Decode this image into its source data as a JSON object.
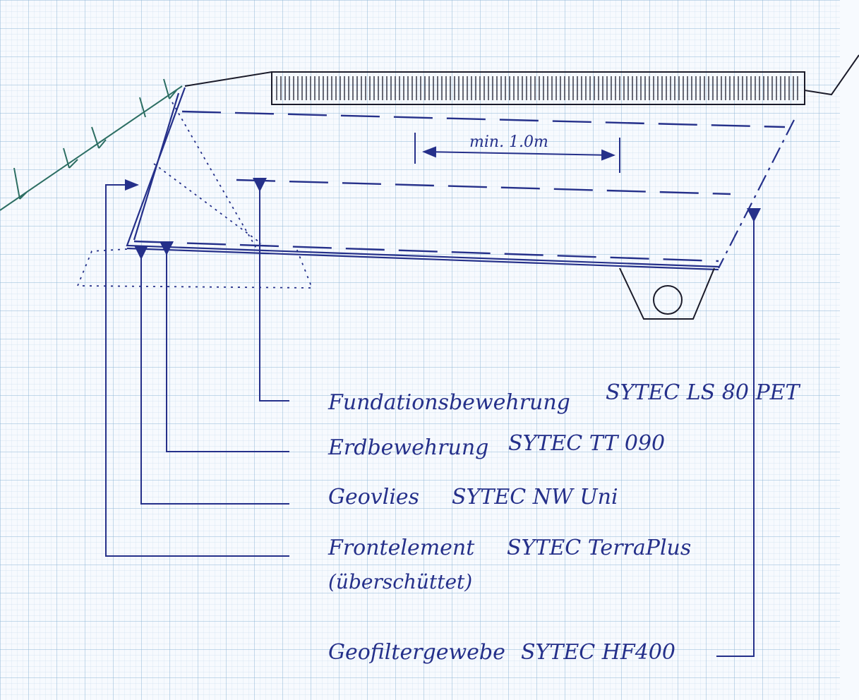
{
  "colors": {
    "paper": "#f7fafe",
    "grid_fine": "#cfe0ef",
    "grid_major": "#8fb6d6",
    "ink_blue": "#25308a",
    "ink_black": "#1b1b2a",
    "ink_green": "#2c6e63"
  },
  "dimension": {
    "label": "min. 1.0m"
  },
  "labels": {
    "foundation": {
      "name": "Fundationsbewehrung",
      "product": "SYTEC LS 80 PET"
    },
    "earth": {
      "name": "Erdbewehrung",
      "product": "SYTEC TT 090"
    },
    "fleece": {
      "name": "Geovlies",
      "product": "SYTEC NW Uni"
    },
    "front": {
      "name": "Frontelement",
      "product": "SYTEC TerraPlus",
      "note": "(überschüttet)"
    },
    "filter": {
      "name": "Geofiltergewebe",
      "product": "SYTEC HF400"
    }
  }
}
